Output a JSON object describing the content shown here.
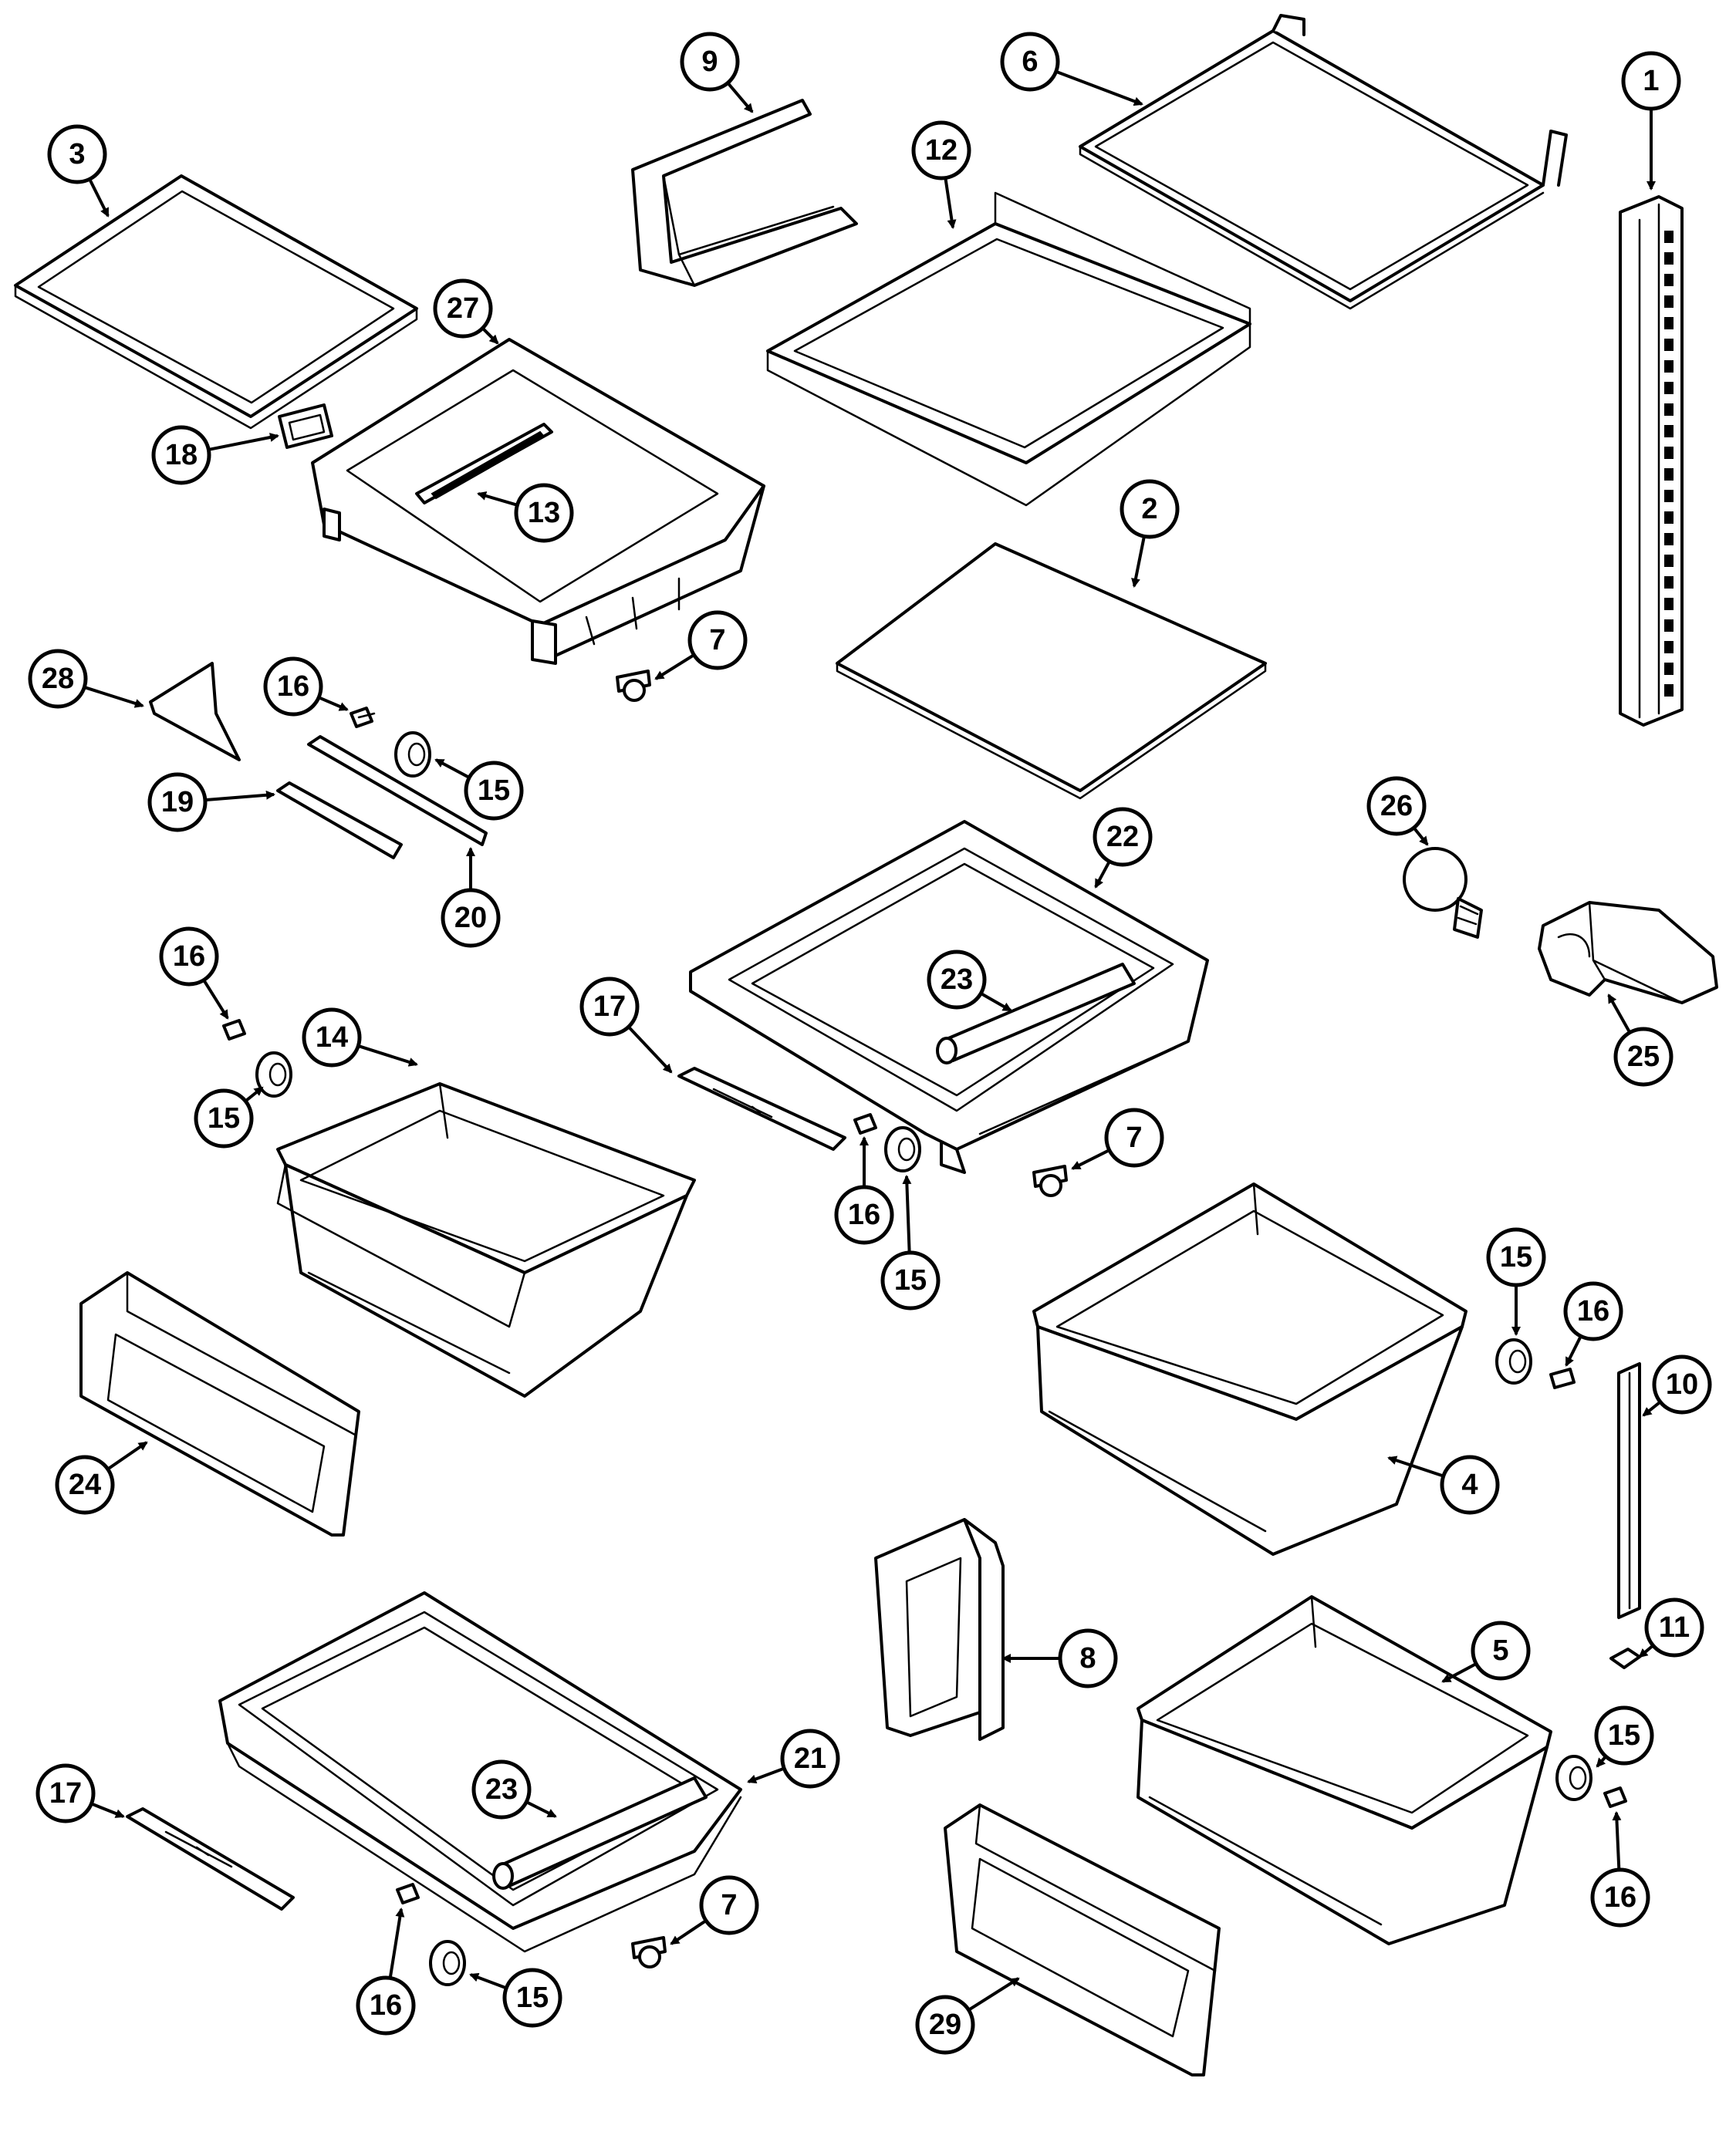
{
  "callouts": [
    {
      "id": "c1",
      "label": "1"
    },
    {
      "id": "c2",
      "label": "2"
    },
    {
      "id": "c3",
      "label": "3"
    },
    {
      "id": "c4",
      "label": "4"
    },
    {
      "id": "c5",
      "label": "5"
    },
    {
      "id": "c6",
      "label": "6"
    },
    {
      "id": "c7a",
      "label": "7"
    },
    {
      "id": "c7b",
      "label": "7"
    },
    {
      "id": "c7c",
      "label": "7"
    },
    {
      "id": "c8",
      "label": "8"
    },
    {
      "id": "c9",
      "label": "9"
    },
    {
      "id": "c10",
      "label": "10"
    },
    {
      "id": "c11",
      "label": "11"
    },
    {
      "id": "c12",
      "label": "12"
    },
    {
      "id": "c13",
      "label": "13"
    },
    {
      "id": "c14",
      "label": "14"
    },
    {
      "id": "c15a",
      "label": "15"
    },
    {
      "id": "c15b",
      "label": "15"
    },
    {
      "id": "c15c",
      "label": "15"
    },
    {
      "id": "c15d",
      "label": "15"
    },
    {
      "id": "c15e",
      "label": "15"
    },
    {
      "id": "c15f",
      "label": "15"
    },
    {
      "id": "c16a",
      "label": "16"
    },
    {
      "id": "c16b",
      "label": "16"
    },
    {
      "id": "c16c",
      "label": "16"
    },
    {
      "id": "c16d",
      "label": "16"
    },
    {
      "id": "c16e",
      "label": "16"
    },
    {
      "id": "c16f",
      "label": "16"
    },
    {
      "id": "c17a",
      "label": "17"
    },
    {
      "id": "c17b",
      "label": "17"
    },
    {
      "id": "c18",
      "label": "18"
    },
    {
      "id": "c19",
      "label": "19"
    },
    {
      "id": "c20",
      "label": "20"
    },
    {
      "id": "c21",
      "label": "21"
    },
    {
      "id": "c22",
      "label": "22"
    },
    {
      "id": "c23a",
      "label": "23"
    },
    {
      "id": "c23b",
      "label": "23"
    },
    {
      "id": "c24",
      "label": "24"
    },
    {
      "id": "c25",
      "label": "25"
    },
    {
      "id": "c26",
      "label": "26"
    },
    {
      "id": "c27",
      "label": "27"
    },
    {
      "id": "c28",
      "label": "28"
    },
    {
      "id": "c29",
      "label": "29"
    }
  ]
}
